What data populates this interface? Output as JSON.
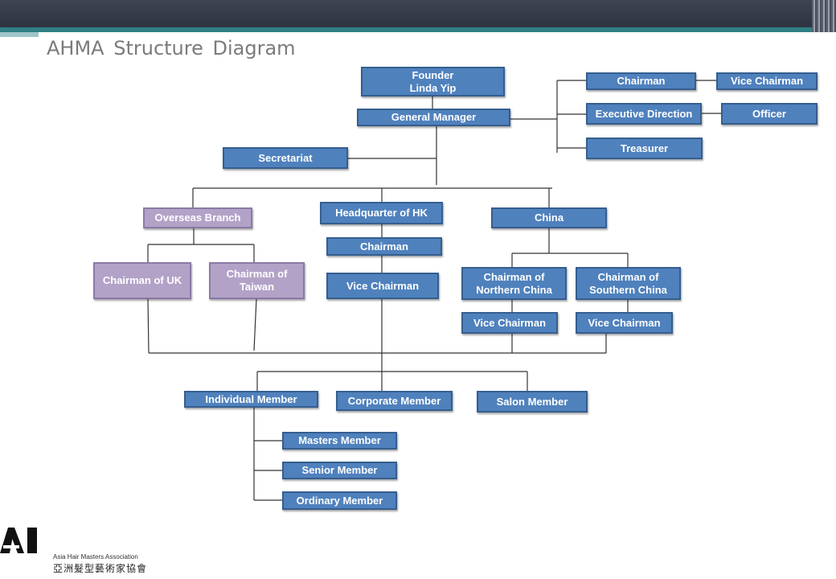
{
  "slide": {
    "title": "AHMA  Structure  Diagram"
  },
  "chart": {
    "founder": "Founder\nLinda Yip",
    "general_manager": "General Manager",
    "chairman_top": "Chairman",
    "vice_chairman_top": "Vice  Chairman",
    "executive_direction": "Executive Direction",
    "officer": "Officer",
    "treasurer": "Treasurer",
    "secretariat": "Secretariat",
    "overseas_branch": "Overseas Branch",
    "headquarter_hk": "Headquarter of HK",
    "china": "China",
    "hk_chairman": "Chairman",
    "hk_vice_chairman": "Vice  Chairman",
    "chairman_uk": "Chairman of UK",
    "chairman_taiwan": "Chairman of\nTaiwan",
    "chairman_north_china": "Chairman of\nNorthern China",
    "chairman_south_china": "Chairman of\nSouthern China",
    "vice_chairman_north": "Vice  Chairman",
    "vice_chairman_south": "Vice  Chairman",
    "individual_member": "Individual Member",
    "corporate_member": "Corporate Member",
    "salon_member": "Salon Member",
    "masters_member": "Masters Member",
    "senior_member": "Senior Member",
    "ordinary_member": "Ordinary Member"
  },
  "logo": {
    "english": "Asia  Hair Masters Association",
    "chinese": "亞洲髮型藝術家協會"
  },
  "colors": {
    "box_blue": "#4f81bd",
    "box_purple": "#b3a2c7",
    "header_dark": "#3a3e4a",
    "header_teal": "#2f7f86"
  }
}
